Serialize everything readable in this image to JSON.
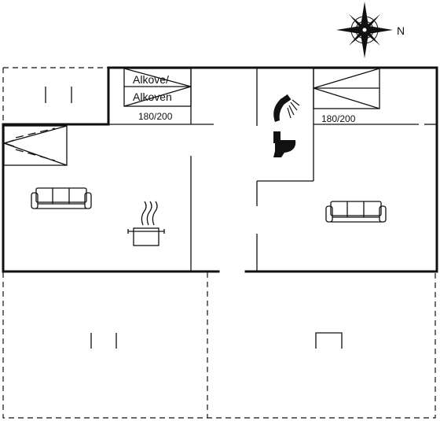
{
  "compass": {
    "north_label": "N"
  },
  "alcove": {
    "line1": "Alkove/",
    "line2": "Alkoven"
  },
  "bed_sizes": {
    "left": "180/200",
    "right": "180/200"
  },
  "icons": [
    "compass-icon",
    "shower-icon",
    "toilet-icon",
    "sofa-icon",
    "stove-pot-icon",
    "stairs-icon"
  ]
}
